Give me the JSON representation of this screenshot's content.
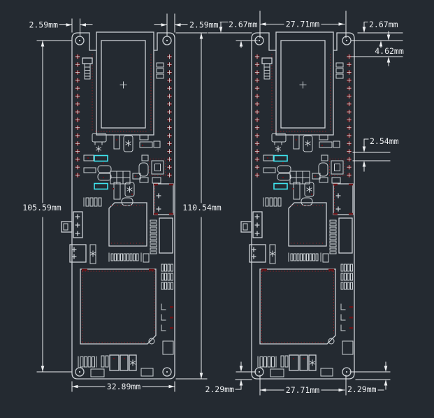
{
  "drawing_type": "pcb-mechanical-dimension-drawing",
  "colors": {
    "background": "#242a31",
    "line": "#ccd1d5",
    "dim": "#edeff1",
    "pad_red": "#5c1116",
    "accent_red": "#8a2025",
    "dark_red": "#6b1216",
    "cyan": "#3fe4ee"
  },
  "left_board": {
    "dim_top_left": "2.59mm",
    "dim_top_right": "2.59mm",
    "dim_height_holes": "105.59mm",
    "dim_height_board": "110.54mm",
    "dim_width": "32.89mm"
  },
  "right_board": {
    "dim_top_left": "2.67mm",
    "dim_top_center": "27.71mm",
    "dim_top_right": "2.67mm",
    "dim_edge_to_pad": "4.62mm",
    "dim_pad_pitch": "2.54mm",
    "dim_bottom_left": "2.29mm",
    "dim_bottom_center": "27.71mm",
    "dim_bottom_right": "2.29mm"
  }
}
